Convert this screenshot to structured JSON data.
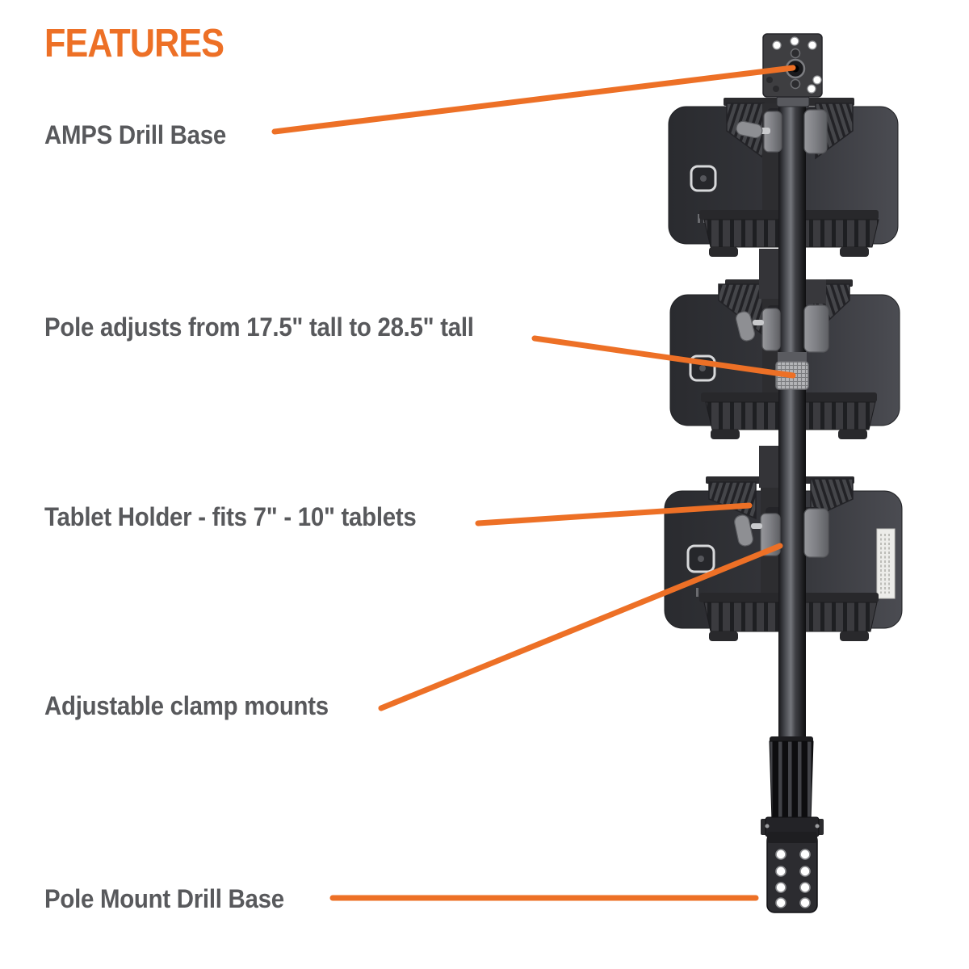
{
  "colors": {
    "accent": "#ED7026",
    "label_text": "#58595C",
    "background": "#FFFFFF"
  },
  "title": "FEATURES",
  "callouts": [
    {
      "id": "amps-drill-base",
      "label": "AMPS Drill Base"
    },
    {
      "id": "pole-height-adjust",
      "label": "Pole adjusts from 17.5\" tall to 28.5\" tall"
    },
    {
      "id": "tablet-holder",
      "label": "Tablet Holder - fits 7\" - 10\" tablets"
    },
    {
      "id": "adjustable-clamps",
      "label": "Adjustable clamp mounts"
    },
    {
      "id": "pole-mount-drill-base",
      "label": "Pole Mount Drill Base"
    }
  ],
  "illustration": {
    "tablet_count": 3,
    "components": [
      "amps-drill-base-plate",
      "telescoping-pole",
      "tablet-holder",
      "knurled-adjustment-collar",
      "clamp-mount",
      "pole-mount-drill-base"
    ]
  }
}
